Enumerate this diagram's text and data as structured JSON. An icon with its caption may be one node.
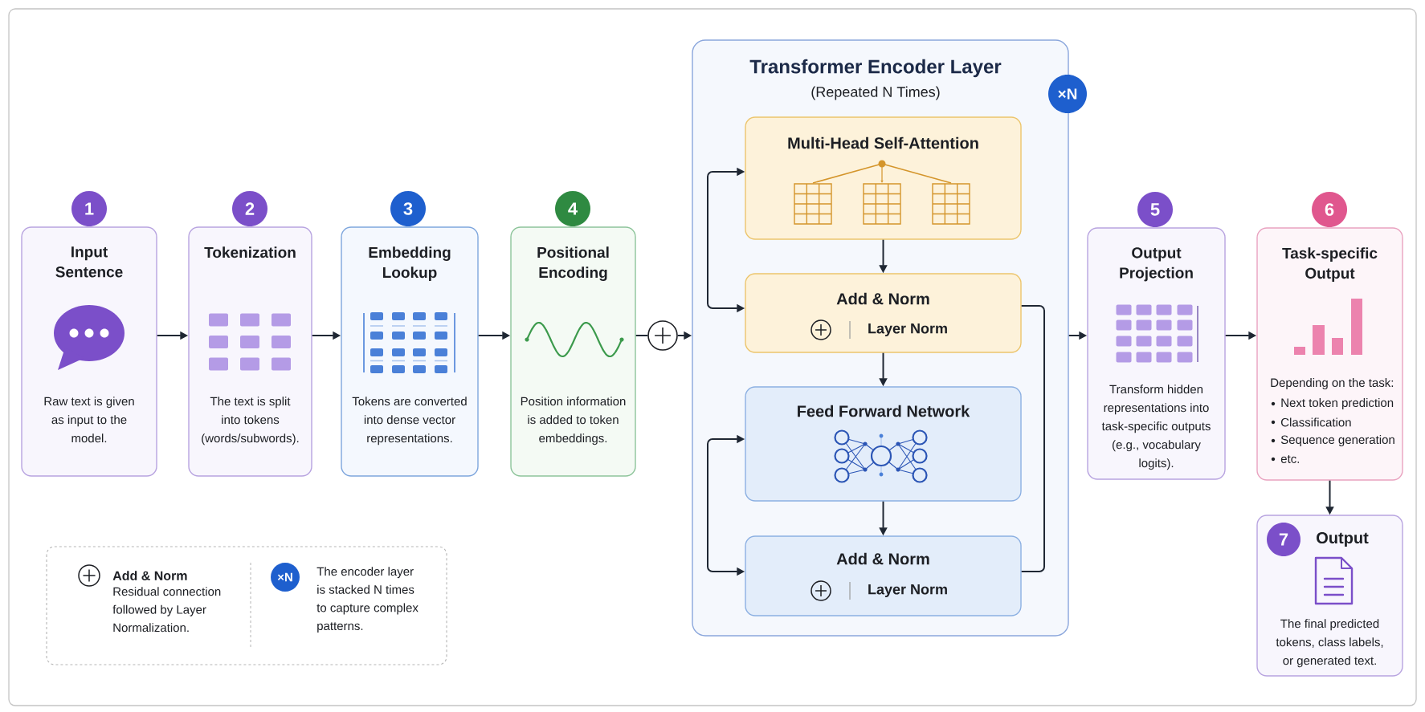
{
  "diagram": {
    "nodes": [
      {
        "text": [
          "1"
        ]
      },
      {
        "text": [
          "Input Sentence",
          "Raw text is given as input to the model."
        ]
      },
      {
        "text": [
          "2"
        ]
      },
      {
        "text": [
          "Tokenization",
          "The text is split into tokens (words/subwords)."
        ]
      },
      {
        "text": [
          "3"
        ]
      },
      {
        "text": [
          "Embedding Lookup",
          "Tokens are converted into dense vector representations."
        ]
      },
      {
        "text": [
          "4"
        ]
      },
      {
        "text": [
          "Positional Encoding",
          "Position information is added to token embeddings."
        ]
      },
      {
        "text": [],
        "shape": "circle"
      },
      {
        "text": [
          "Transformer Encoder Layer",
          "(Repeated N Times)"
        ]
      },
      {
        "text": [
          "×N"
        ]
      },
      {
        "text": [
          "Multi-Head Self-Attention"
        ],
        "in": 9
      },
      {
        "text": [
          "Add & Norm",
          "Layer Norm"
        ],
        "in": 9
      },
      {
        "text": [
          "Feed Forward Network"
        ],
        "in": 9
      },
      {
        "text": [
          "Add & Norm",
          "Layer Norm"
        ],
        "in": 9
      },
      {
        "text": [
          "5"
        ]
      },
      {
        "text": [
          "Output Projection",
          "Transform hidden representations into task-specific outputs (e.g., vocabulary logits)."
        ]
      },
      {
        "text": [
          "6"
        ]
      },
      {
        "text": [
          "Task-specific Output",
          "Depending on the task:",
          "Next token prediction",
          "Classification",
          "Sequence generation",
          "etc."
        ]
      },
      {
        "text": [
          "Output",
          "The final predicted tokens, class labels, or generated text."
        ]
      },
      {
        "text": [
          "7"
        ],
        "in": 19
      }
    ],
    "edges": [
      {
        "from": 1,
        "to": 3,
        "arrow": "to"
      },
      {
        "from": 3,
        "to": 5,
        "arrow": "to"
      },
      {
        "from": 5,
        "to": 7,
        "arrow": "to"
      },
      {
        "from": 7,
        "to": 8,
        "arrow": "none"
      },
      {
        "from": 8,
        "to": 9,
        "arrow": "to"
      },
      {
        "from": 11,
        "to": 12,
        "arrow": "to"
      },
      {
        "from": 12,
        "to": 13,
        "arrow": "to"
      },
      {
        "from": 13,
        "to": 14,
        "arrow": "to"
      },
      {
        "from": 11,
        "to": 12,
        "arrow": "both"
      },
      {
        "from": 13,
        "to": 14,
        "arrow": "both"
      },
      {
        "from": 12,
        "to": 14,
        "arrow": "none"
      },
      {
        "from": 9,
        "to": 16,
        "arrow": "to"
      },
      {
        "from": 16,
        "to": 18,
        "arrow": "to"
      },
      {
        "from": 18,
        "to": 19,
        "arrow": "to"
      }
    ],
    "labels": [
      "Residual connection followed by Layer Normalization.",
      "×N"
    ],
    "legend": [
      {
        "text": "Add & Norm"
      },
      {
        "text": "The encoder layer is stacked N times to capture complex patterns."
      }
    ]
  }
}
